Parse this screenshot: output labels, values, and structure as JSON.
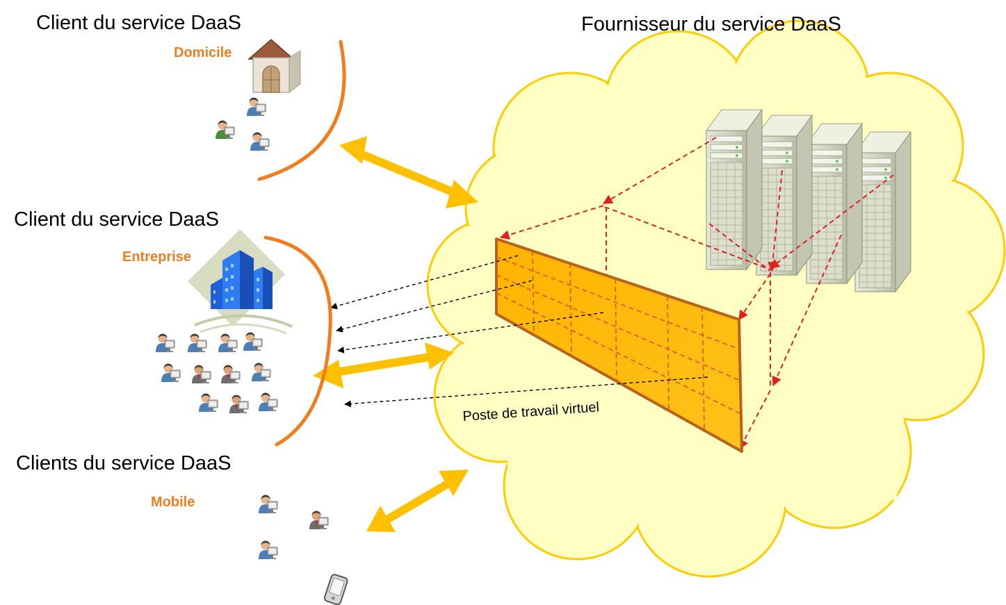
{
  "headings": {
    "client_home": "Client du service DaaS",
    "client_enterprise": "Client du service DaaS",
    "clients_mobile": "Clients du service DaaS",
    "provider": "Fournisseur du service DaaS"
  },
  "site_labels": {
    "home": "Domicile",
    "enterprise": "Entreprise",
    "mobile": "Mobile"
  },
  "panel_label": "Poste de travail virtuel",
  "colors": {
    "site_label": "#f07d1e",
    "bracket": "#f07d1e",
    "arrow": "#ffc000",
    "cloud_fill": "#ffffc4",
    "cloud_stroke": "#ffcc00",
    "panel_fill": "#ffbe00",
    "panel_edge": "#b8621b",
    "dashed_red": "#e02020",
    "dashed_black": "#000000"
  },
  "icons": {
    "home": "house-icon",
    "enterprise": "office-building-icon",
    "user": "user-at-computer-icon",
    "mobile": "mobile-phone-icon",
    "server": "server-rack-icon"
  }
}
